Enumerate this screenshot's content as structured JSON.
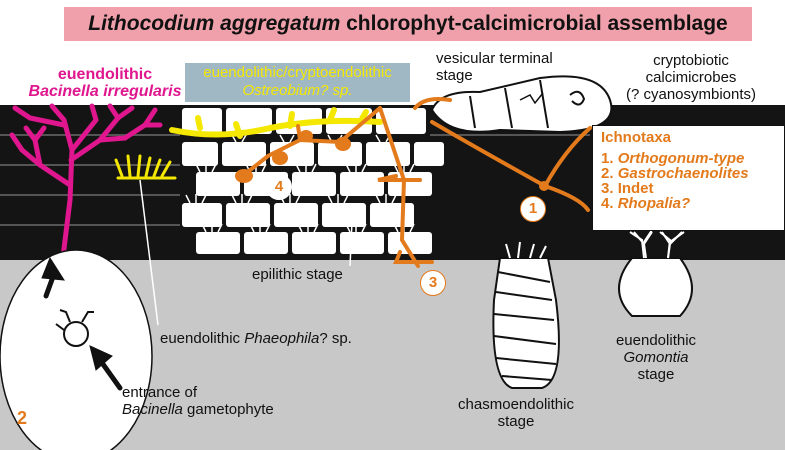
{
  "title": {
    "italic": "Lithocodium aggregatum",
    "rest": " chlorophyt-calcimicrobial assemblage"
  },
  "labels": {
    "bacinella_line1": "euendolithic",
    "bacinella_line2": "Bacinella irregularis",
    "ostreobium_line1": "euendolithic/cryptoendolithic",
    "ostreobium_line2": "Ostreobium? sp.",
    "vesicular_line1": "vesicular terminal",
    "vesicular_line2": "stage",
    "crypto_line1": "cryptobiotic",
    "crypto_line2": "calcimicrobes",
    "crypto_line3": "(? cyanosymbionts)",
    "epilithic": "epilithic stage",
    "phaeophila_pre": "euendolithic ",
    "phaeophila_italic": "Phaeophila",
    "phaeophila_post": "? sp.",
    "entrance_line1": "entrance of",
    "entrance_line2_italic": "Bacinella",
    "entrance_line2_rest": " gametophyte",
    "chasmo_line1": "chasmoendolithic",
    "chasmo_line2": "stage",
    "gomontia_line1": "euendolithic",
    "gomontia_line2": "Gomontia",
    "gomontia_line3": "stage"
  },
  "ichnotaxa": {
    "heading": "Ichnotaxa",
    "items": [
      {
        "n": "1.",
        "name": "Orthogonum-type"
      },
      {
        "n": "2.",
        "name": "Gastrochaenolites"
      },
      {
        "n": "3.",
        "name": "Indet"
      },
      {
        "n": "4.",
        "name": "Rhopalia?"
      }
    ]
  },
  "markers": {
    "m1": "1",
    "m2": "2",
    "m3": "3",
    "m4": "4"
  },
  "colors": {
    "title_bg": "#f0a0aa",
    "magenta": "#e0168e",
    "yellow": "#f5e800",
    "orange": "#e37a1c",
    "ostreobium_bg": "#9fb8c4",
    "substrate": "#c8c8c8",
    "dark_layer": "#141414"
  }
}
